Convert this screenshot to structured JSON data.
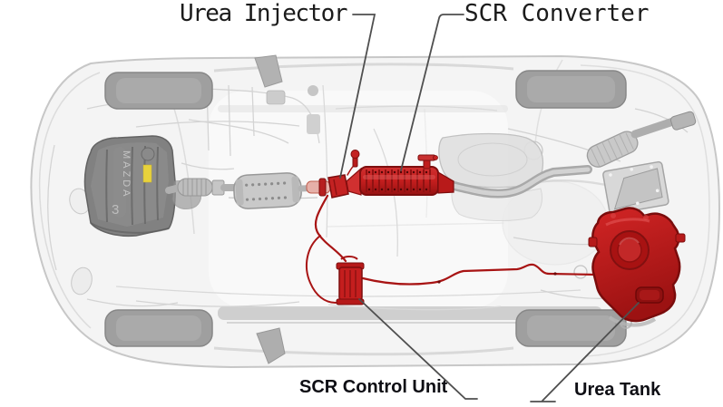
{
  "figure": {
    "type": "cutaway-car-top-view-scr-system",
    "callouts": {
      "urea_injector": "Urea Injector",
      "scr_converter": "SCR Converter",
      "scr_control_unit": "SCR Control Unit",
      "urea_tank": "Urea Tank"
    },
    "engine_badge": {
      "make": "MAZDA",
      "model": "3"
    },
    "colors": {
      "highlight_red": "#c41e1e",
      "dark_red": "#7d0e0e",
      "hose_red": "#a81414",
      "leader_line": "#4f4f4f",
      "body_gray": "#f4f4f4",
      "part_gray": "#c9c9c9",
      "engine_gray": "#818181",
      "label_black": "#0e0e14",
      "engine_label_yellow": "#e8d23c",
      "background": "#ffffff"
    }
  }
}
